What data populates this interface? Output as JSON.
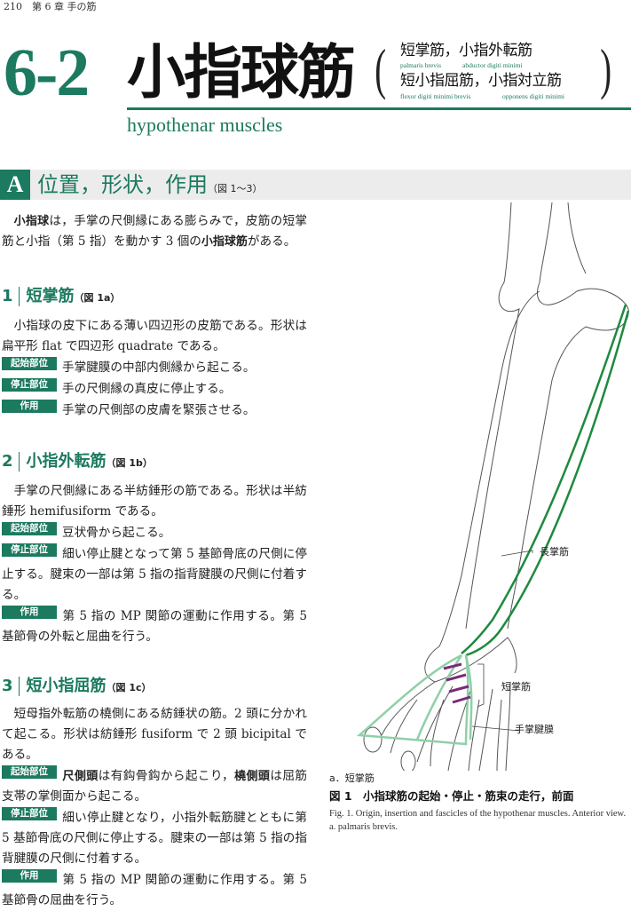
{
  "running_header": "210　第 6 章 手の筋",
  "chapter": {
    "number": "6-2",
    "title": "小指球筋",
    "subtitle_line1": "短掌筋，小指外転筋",
    "latin1a": "palmaris brevis",
    "latin1b": "abductor digiti minimi",
    "subtitle_line2": "短小指屈筋，小指対立筋",
    "latin2a": "flexor digiti minimi brevis",
    "latin2b": "opponens digiti minimi",
    "english": "hypothenar muscles"
  },
  "section": {
    "letter": "A",
    "title": "位置，形状，作用",
    "ref": "（図 1〜3）"
  },
  "intro": {
    "b1": "小指球",
    "t1": "は，手掌の尺側縁にある膨らみで，皮筋の短掌筋と小指（第 5 指）を動かす 3 個の",
    "b2": "小指球筋",
    "t2": "がある。"
  },
  "badges": {
    "origin": "起始部位",
    "insertion": "停止部位",
    "action": "作用"
  },
  "muscles": [
    {
      "num": "1",
      "name": "短掌筋",
      "ref": "（図 1a）",
      "desc": "小指球の皮下にある薄い四辺形の皮筋である。形状は扁平形 flat で四辺形 quadrate である。",
      "origin": "手掌腱膜の中部内側縁から起こる。",
      "insertion": "手の尺側縁の真皮に停止する。",
      "action": "手掌の尺側部の皮膚を緊張させる。"
    },
    {
      "num": "2",
      "name": "小指外転筋",
      "ref": "（図 1b）",
      "desc": "手掌の尺側縁にある半紡錘形の筋である。形状は半紡錘形 hemifusiform である。",
      "origin": "豆状骨から起こる。",
      "insertion": "細い停止腱となって第 5 基節骨底の尺側に停止する。腱束の一部は第 5 指の指背腱膜の尺側に付着する。",
      "action": "第 5 指の MP 関節の運動に作用する。第 5 基節骨の外転と屈曲を行う。"
    },
    {
      "num": "3",
      "name": "短小指屈筋",
      "ref": "（図 1c）",
      "desc": "短母指外転筋の橈側にある紡錘状の筋。2 頭に分かれて起こる。形状は紡錘形 fusiform で 2 頭 bicipital である。",
      "origin_b1": "尺側頭",
      "origin_t1": "は有鈎骨鈎から起こり，",
      "origin_b2": "橈側頭",
      "origin_t2": "は屈筋支帯の掌側面から起こる。",
      "insertion": "細い停止腱となり，小指外転筋腱とともに第 5 基節骨底の尺側に停止する。腱束の一部は第 5 指の指背腱膜の尺側に付着する。",
      "action": "第 5 指の MP 関節の運動に作用する。第 5 基節骨の屈曲を行う。"
    }
  ],
  "figure": {
    "labels": {
      "palmaris_longus": "長掌筋",
      "palmaris_brevis": "短掌筋",
      "palmar_aponeurosis": "手掌腱膜"
    },
    "sublabel": "a．短掌筋",
    "caption_jp": "図 1　小指球筋の起始・停止・筋束の走行，前面",
    "caption_en": "Fig. 1. Origin, insertion and fascicles of the hypothenar muscles. Anterior view. a. palmaris brevis.",
    "colors": {
      "muscle": "#1e8a3e",
      "palmaris_brevis": "#7a2a7a",
      "aponeurosis": "#8fd0a8"
    }
  },
  "colors": {
    "accent": "#1b7a5f",
    "section_bar": "#ececec"
  }
}
